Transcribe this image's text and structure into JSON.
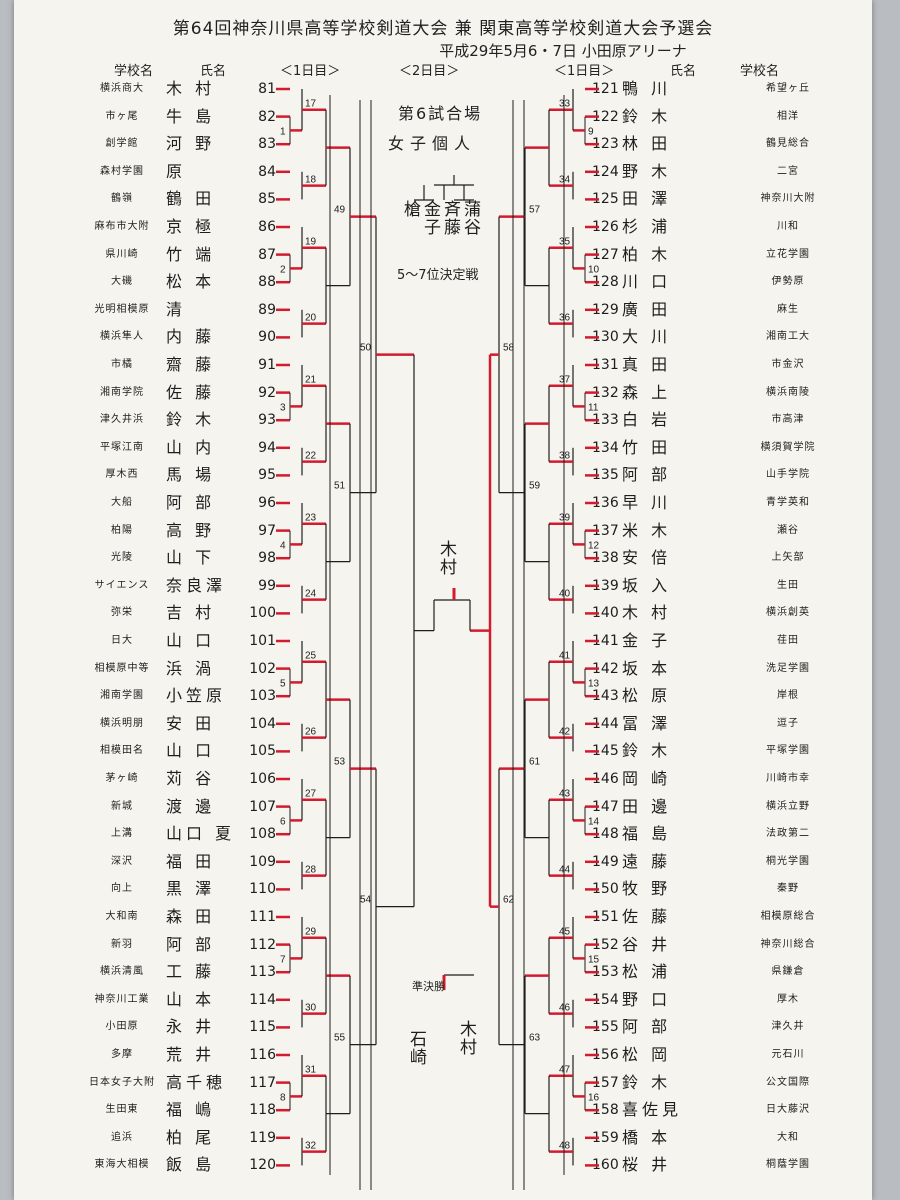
{
  "header": {
    "title": "第64回神奈川県高等学校剣道大会 兼 関東高等学校剣道大会予選会",
    "subtitle": "平成29年5月6・7日 小田原アリーナ"
  },
  "colheads": {
    "school": "学校名",
    "name": "氏名",
    "day1": "＜1日目＞",
    "day2": "＜2日目＞"
  },
  "center": {
    "court": "第6試合場",
    "event": "女子個人",
    "playoff_names": [
      "槍",
      "金子",
      "斉藤",
      "蒲谷"
    ],
    "playoff_label": "5〜7位決定戦",
    "winner": "木村",
    "semi_label": "準決勝",
    "semi_left": "石崎",
    "semi_right": "木村"
  },
  "left_entries": [
    {
      "num": "81",
      "name": "木 村",
      "school": "横浜商大"
    },
    {
      "num": "82",
      "name": "牛 島",
      "school": "市ヶ尾"
    },
    {
      "num": "83",
      "name": "河 野",
      "school": "創学館"
    },
    {
      "num": "84",
      "name": "原",
      "school": "森村学園"
    },
    {
      "num": "85",
      "name": "鶴 田",
      "school": "鶴嶺"
    },
    {
      "num": "86",
      "name": "京 極",
      "school": "麻布市大附"
    },
    {
      "num": "87",
      "name": "竹 端",
      "school": "県川崎"
    },
    {
      "num": "88",
      "name": "松 本",
      "school": "大磯"
    },
    {
      "num": "89",
      "name": "清",
      "school": "光明相模原"
    },
    {
      "num": "90",
      "name": "内 藤",
      "school": "横浜隼人"
    },
    {
      "num": "91",
      "name": "齋 藤",
      "school": "市橘"
    },
    {
      "num": "92",
      "name": "佐 藤",
      "school": "湘南学院"
    },
    {
      "num": "93",
      "name": "鈴 木",
      "school": "津久井浜"
    },
    {
      "num": "94",
      "name": "山 内",
      "school": "平塚江南"
    },
    {
      "num": "95",
      "name": "馬 場",
      "school": "厚木西"
    },
    {
      "num": "96",
      "name": "阿 部",
      "school": "大船"
    },
    {
      "num": "97",
      "name": "高 野",
      "school": "柏陽"
    },
    {
      "num": "98",
      "name": "山 下",
      "school": "光陵"
    },
    {
      "num": "99",
      "name": "奈良澤",
      "school": "サイエンス"
    },
    {
      "num": "100",
      "name": "吉 村",
      "school": "弥栄"
    },
    {
      "num": "101",
      "name": "山 口",
      "school": "日大"
    },
    {
      "num": "102",
      "name": "浜 渦",
      "school": "相模原中等"
    },
    {
      "num": "103",
      "name": "小笠原",
      "school": "湘南学園"
    },
    {
      "num": "104",
      "name": "安 田",
      "school": "横浜明朋"
    },
    {
      "num": "105",
      "name": "山 口",
      "school": "相模田名"
    },
    {
      "num": "106",
      "name": "苅 谷",
      "school": "茅ヶ崎"
    },
    {
      "num": "107",
      "name": "渡 邊",
      "school": "新城"
    },
    {
      "num": "108",
      "name": "山口 夏",
      "school": "上溝"
    },
    {
      "num": "109",
      "name": "福 田",
      "school": "深沢"
    },
    {
      "num": "110",
      "name": "黒 澤",
      "school": "向上"
    },
    {
      "num": "111",
      "name": "森 田",
      "school": "大和南"
    },
    {
      "num": "112",
      "name": "阿 部",
      "school": "新羽"
    },
    {
      "num": "113",
      "name": "工 藤",
      "school": "横浜清風"
    },
    {
      "num": "114",
      "name": "山 本",
      "school": "神奈川工業"
    },
    {
      "num": "115",
      "name": "永 井",
      "school": "小田原"
    },
    {
      "num": "116",
      "name": "荒 井",
      "school": "多摩"
    },
    {
      "num": "117",
      "name": "高千穂",
      "school": "日本女子大附"
    },
    {
      "num": "118",
      "name": "福 嶋",
      "school": "生田東"
    },
    {
      "num": "119",
      "name": "柏 尾",
      "school": "追浜"
    },
    {
      "num": "120",
      "name": "飯 島",
      "school": "東海大相模"
    }
  ],
  "right_entries": [
    {
      "num": "121",
      "name": "鴨 川",
      "school": "希望ヶ丘"
    },
    {
      "num": "122",
      "name": "鈴 木",
      "school": "相洋"
    },
    {
      "num": "123",
      "name": "林 田",
      "school": "鶴見総合"
    },
    {
      "num": "124",
      "name": "野 木",
      "school": "二宮"
    },
    {
      "num": "125",
      "name": "田 澤",
      "school": "神奈川大附"
    },
    {
      "num": "126",
      "name": "杉 浦",
      "school": "川和"
    },
    {
      "num": "127",
      "name": "柏 木",
      "school": "立花学園"
    },
    {
      "num": "128",
      "name": "川 口",
      "school": "伊勢原"
    },
    {
      "num": "129",
      "name": "廣 田",
      "school": "麻生"
    },
    {
      "num": "130",
      "name": "大 川",
      "school": "湘南工大"
    },
    {
      "num": "131",
      "name": "真 田",
      "school": "市金沢"
    },
    {
      "num": "132",
      "name": "森 上",
      "school": "横浜南陵"
    },
    {
      "num": "133",
      "name": "白 岩",
      "school": "市高津"
    },
    {
      "num": "134",
      "name": "竹 田",
      "school": "横須賀学院"
    },
    {
      "num": "135",
      "name": "阿 部",
      "school": "山手学院"
    },
    {
      "num": "136",
      "name": "早 川",
      "school": "青学英和"
    },
    {
      "num": "137",
      "name": "米 木",
      "school": "瀬谷"
    },
    {
      "num": "138",
      "name": "安 倍",
      "school": "上矢部"
    },
    {
      "num": "139",
      "name": "坂 入",
      "school": "生田"
    },
    {
      "num": "140",
      "name": "木 村",
      "school": "横浜創英"
    },
    {
      "num": "141",
      "name": "金 子",
      "school": "荏田"
    },
    {
      "num": "142",
      "name": "坂 本",
      "school": "洗足学園"
    },
    {
      "num": "143",
      "name": "松 原",
      "school": "岸根"
    },
    {
      "num": "144",
      "name": "冨 澤",
      "school": "逗子"
    },
    {
      "num": "145",
      "name": "鈴 木",
      "school": "平塚学園"
    },
    {
      "num": "146",
      "name": "岡 崎",
      "school": "川崎市幸"
    },
    {
      "num": "147",
      "name": "田 邊",
      "school": "横浜立野"
    },
    {
      "num": "148",
      "name": "福 島",
      "school": "法政第二"
    },
    {
      "num": "149",
      "name": "遠 藤",
      "school": "桐光学園"
    },
    {
      "num": "150",
      "name": "牧 野",
      "school": "秦野"
    },
    {
      "num": "151",
      "name": "佐 藤",
      "school": "相模原総合"
    },
    {
      "num": "152",
      "name": "谷 井",
      "school": "神奈川総合"
    },
    {
      "num": "153",
      "name": "松 浦",
      "school": "県鎌倉"
    },
    {
      "num": "154",
      "name": "野 口",
      "school": "厚木"
    },
    {
      "num": "155",
      "name": "阿 部",
      "school": "津久井"
    },
    {
      "num": "156",
      "name": "松 岡",
      "school": "元石川"
    },
    {
      "num": "157",
      "name": "鈴 木",
      "school": "公文国際"
    },
    {
      "num": "158",
      "name": "喜佐見",
      "school": "日大藤沢"
    },
    {
      "num": "159",
      "name": "橋 本",
      "school": "大和"
    },
    {
      "num": "160",
      "name": "桜 井",
      "school": "桐蔭学園"
    }
  ],
  "colors": {
    "ink": "#1e1e1e",
    "marker": "#d11b2f",
    "paper": "#f6f4ee"
  }
}
